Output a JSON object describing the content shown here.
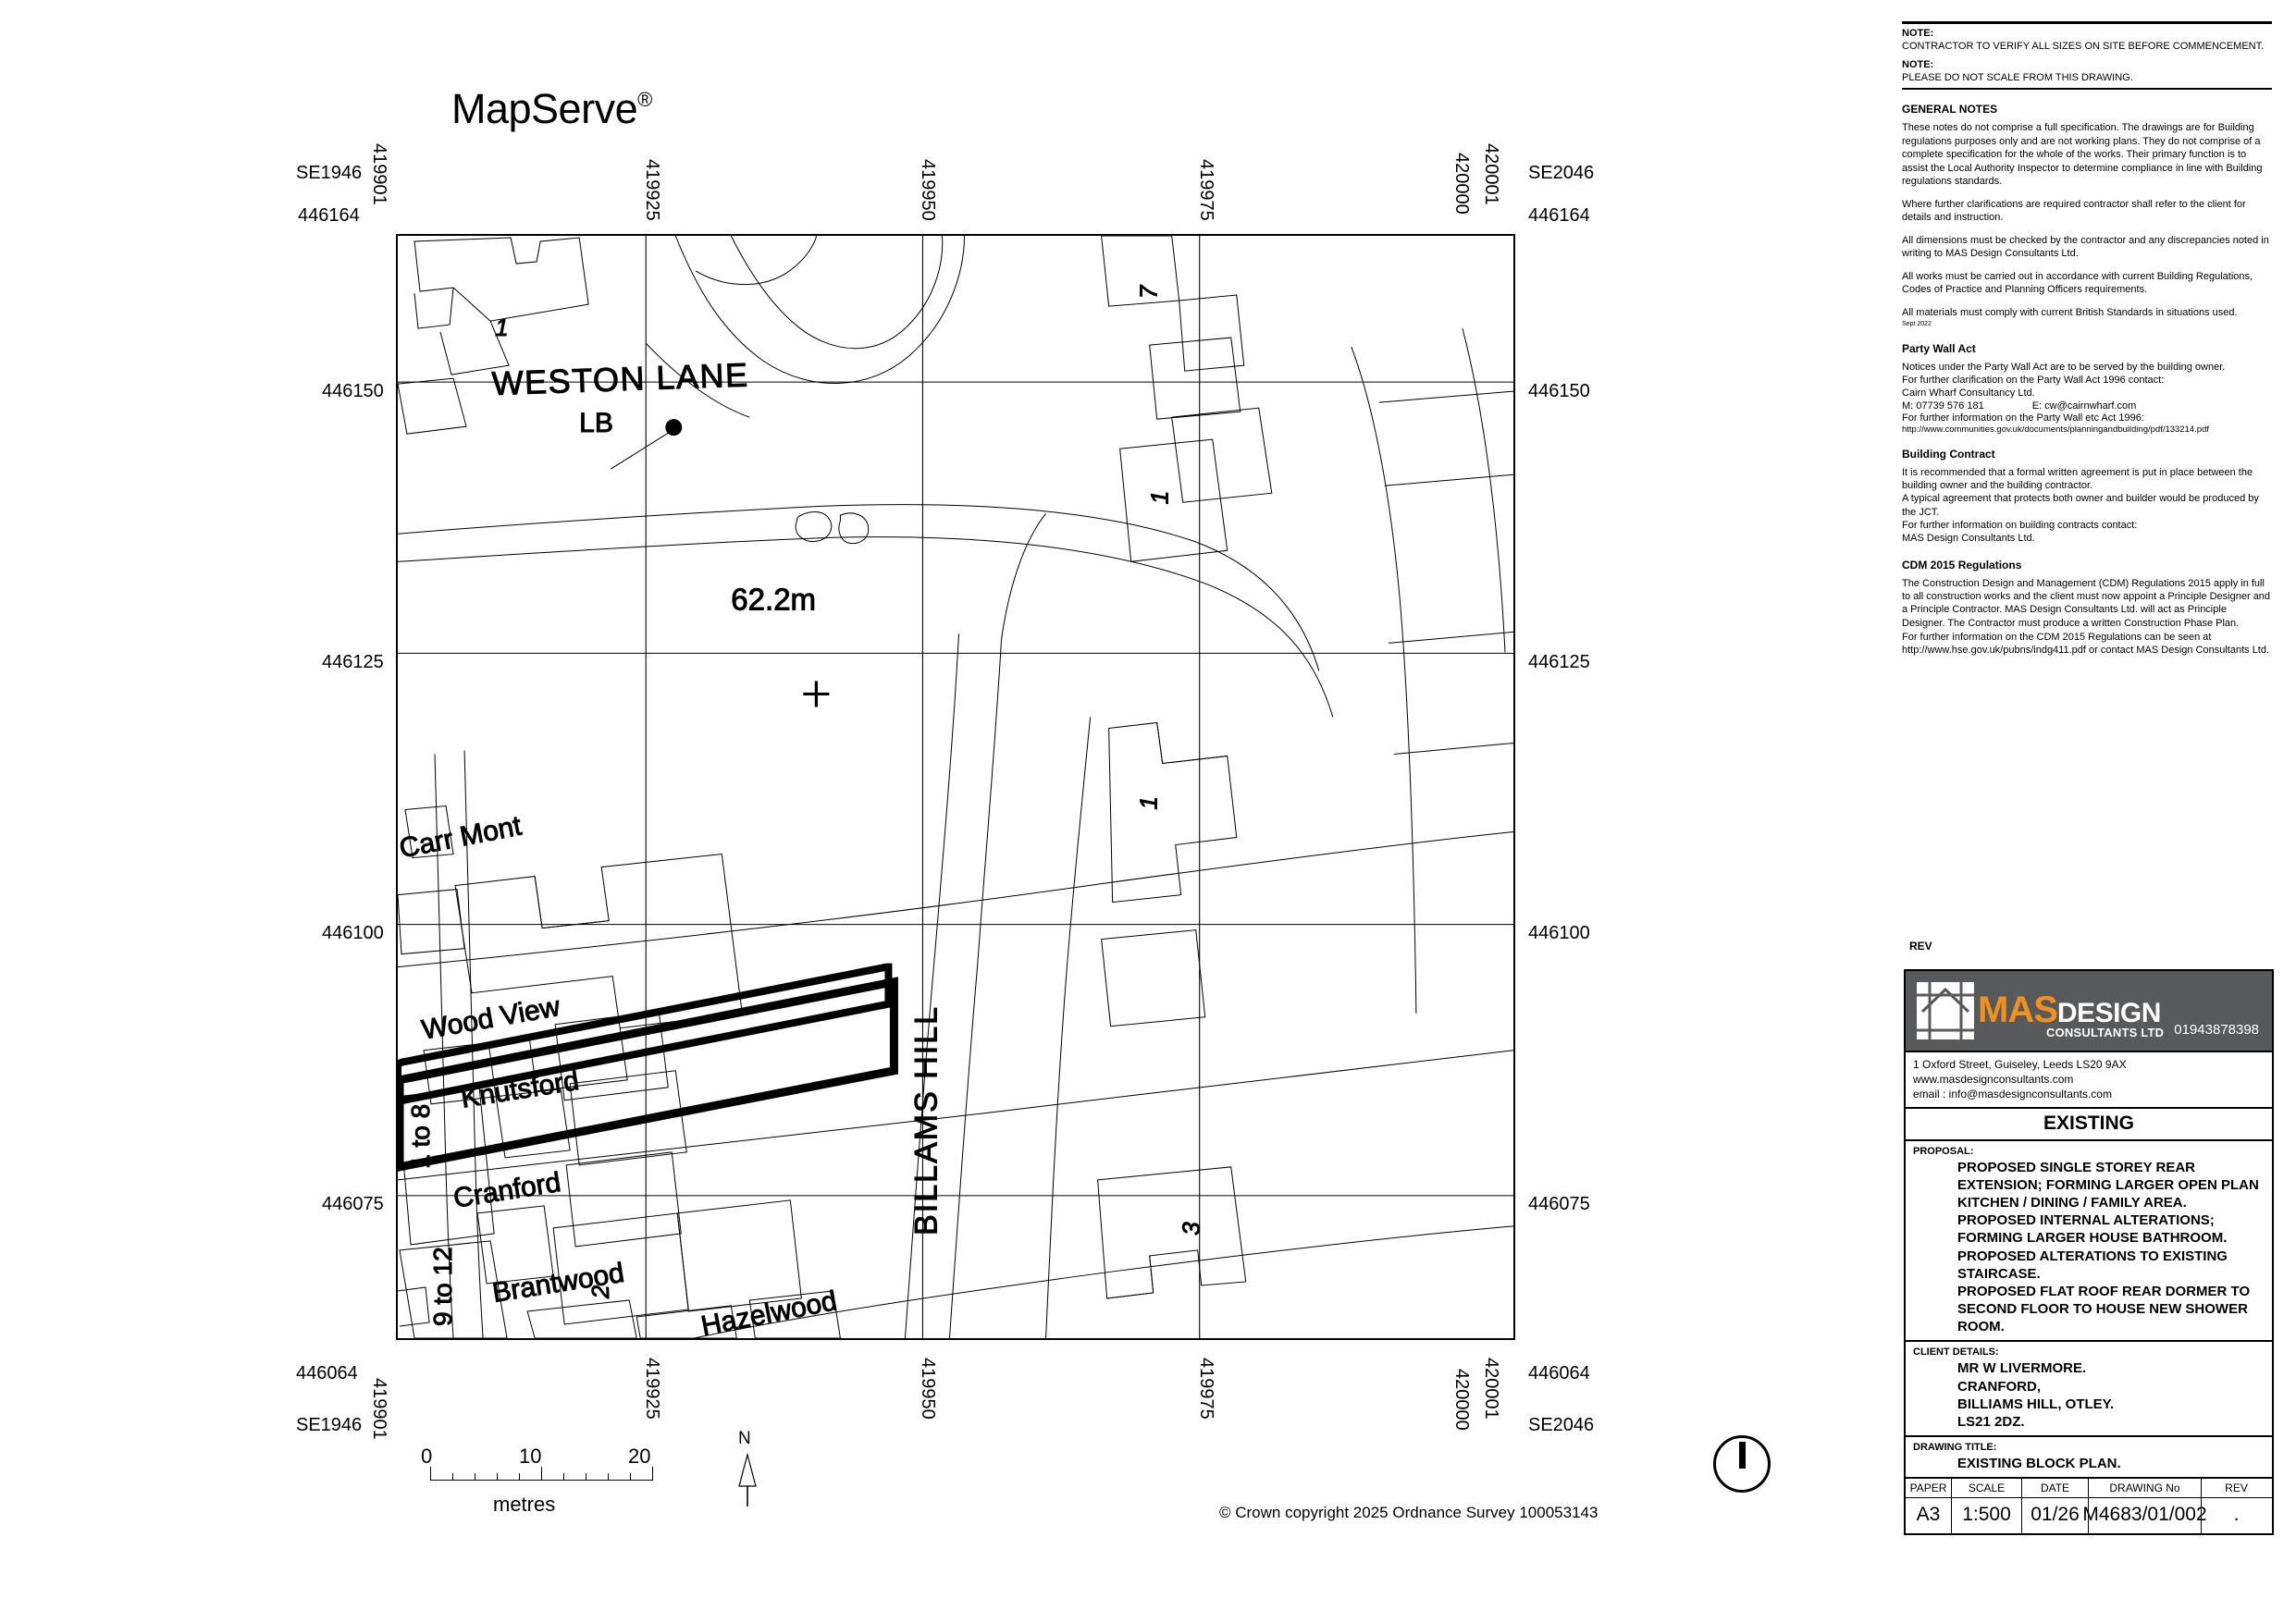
{
  "map": {
    "brand": "MapServe",
    "brand_reg": "®",
    "grid_refs": {
      "top_left_sheet": "SE1946",
      "top_right_sheet": "SE2046",
      "bottom_left_sheet": "SE1946",
      "bottom_right_sheet": "SE2046",
      "left_top_northing": "446164",
      "right_top_northing": "446164",
      "left_bottom_northing": "446064",
      "right_bottom_northing": "446064",
      "left_eastings_top": "419901",
      "right_eastings_top_inner": "420001",
      "right_eastings_top_outer": "420000",
      "left_eastings_bottom": "419901",
      "right_eastings_bottom_inner": "420001",
      "right_eastings_bottom_outer": "420000"
    },
    "northing_ticks": [
      "446150",
      "446125",
      "446100",
      "446075"
    ],
    "easting_ticks_top": [
      "419925",
      "419950",
      "419975"
    ],
    "easting_ticks_bottom": [
      "419925",
      "419950",
      "419975"
    ],
    "labels": {
      "weston_lane": "WESTON LANE",
      "billams_hill": "BILLAMS HILL",
      "carr_mont": "Carr Mont",
      "wood_view": "Wood View",
      "knutsford": "Knutsford",
      "cranford": "Cranford",
      "brantwood": "Brantwood",
      "hazelwood": "Hazelwood",
      "one_to_eight": "1 to 8",
      "nine_to_twelve": "9 to 12",
      "letter_box": "LB",
      "spot_height": "62.2m",
      "house_1_top": "1",
      "house_2_top": "2",
      "house_7_right": "7",
      "house_1_right_upper": "1",
      "house_1_right_mid": "1",
      "house_3_right": "3"
    },
    "scalebar": {
      "start": "0",
      "mid": "10",
      "end": "20",
      "caption": "metres"
    },
    "north_label": "N",
    "copyright": "© Crown copyright 2025 Ordnance Survey 100053143"
  },
  "notes": {
    "note1_head": "NOTE:",
    "note1_body": "CONTRACTOR TO VERIFY ALL SIZES ON SITE BEFORE COMMENCEMENT.",
    "note2_head": "NOTE:",
    "note2_body": "PLEASE DO NOT SCALE FROM THIS DRAWING.",
    "general_head": "GENERAL NOTES",
    "general_p1": "These notes do not comprise a full specification. The drawings are for Building regulations purposes only and are not working plans. They do not comprise of a complete specification for the whole of the works. Their primary function is to assist the Local Authority Inspector to determine compliance in line with Building regulations standards.",
    "general_p2": "Where further clarifications are required contractor shall refer to the client for details and instruction.",
    "general_p3": "All dimensions must be checked by the contractor and any discrepancies noted in writing to MAS Design Consultants Ltd.",
    "general_p4": "All works must be carried out in accordance with current Building Regulations, Codes of Practice and Planning Officers requirements.",
    "general_p5": "All materials must comply with current British Standards in situations used.",
    "general_date": "Sept 2022",
    "party_head": "Party Wall Act",
    "party_p1": "Notices under the Party Wall Act are to be served by the building owner.",
    "party_p2": "For further clarification on the Party Wall Act 1996 contact:",
    "party_p3": "Cairn Wharf Consultancy Ltd.",
    "party_mobile": "M: 07739 576 181",
    "party_email": "E: cw@cairnwharf.com",
    "party_p4": "For further information on the Party Wall etc Act 1996:",
    "party_url": "http://www.communities.gov.uk/documents/planningandbuilding/pdf/133214.pdf",
    "contract_head": "Building Contract",
    "contract_p1": "It is recommended that a formal written agreement is put in place between the building owner and the building contractor.",
    "contract_p2": "A typical agreement that protects both owner and builder would be produced by the JCT.",
    "contract_p3": "For further information on building contracts contact:",
    "contract_p4": "MAS Design Consultants Ltd.",
    "cdm_head": "CDM 2015 Regulations",
    "cdm_p1": "The Construction Design and Management  (CDM) Regulations 2015 apply in full to all construction works and the client must now appoint a Principle Designer and a Principle Contractor.  MAS Design Consultants Ltd. will act as Principle Designer.  The Contractor must produce a written Construction Phase Plan.",
    "cdm_p2": "For further information on the CDM 2015 Regulations can be seen at http://www.hse.gov.uk/pubns/indg411.pdf or contact MAS Design Consultants Ltd."
  },
  "title_block": {
    "rev_label": "REV",
    "logo_mas": "MAS",
    "logo_design": "DESIGN",
    "logo_sub": "CONSULTANTS LTD",
    "logo_phone": "01943878398",
    "address_line1": "1 Oxford Street, Guiseley, Leeds LS20 9AX",
    "address_line2": "www.masdesignconsultants.com",
    "address_line3": "email : info@masdesignconsultants.com",
    "status": "EXISTING",
    "proposal_label": "PROPOSAL:",
    "proposal_text": "PROPOSED SINGLE STOREY REAR EXTENSION; FORMING LARGER OPEN PLAN KITCHEN / DINING / FAMILY AREA.\nPROPOSED INTERNAL ALTERATIONS; FORMING LARGER HOUSE BATHROOM.\nPROPOSED ALTERATIONS TO EXISTING STAIRCASE.\nPROPOSED FLAT ROOF REAR DORMER TO SECOND FLOOR TO HOUSE NEW SHOWER ROOM.",
    "client_label": "CLIENT DETAILS:",
    "client_text": "MR W LIVERMORE.\nCRANFORD,\nBILLIAMS HILL, OTLEY.\nLS21 2DZ.",
    "drawing_title_label": "DRAWING TITLE:",
    "drawing_title": "EXISTING BLOCK PLAN.",
    "table_headers": [
      "PAPER",
      "SCALE",
      "DATE",
      "DRAWING No",
      "REV"
    ],
    "table_values": [
      "A3",
      "1:500",
      "01/26",
      "M4683/01/002",
      "."
    ]
  },
  "colors": {
    "logo_band": "#58595b",
    "logo_orange": "#f0901e",
    "ink": "#000000"
  }
}
